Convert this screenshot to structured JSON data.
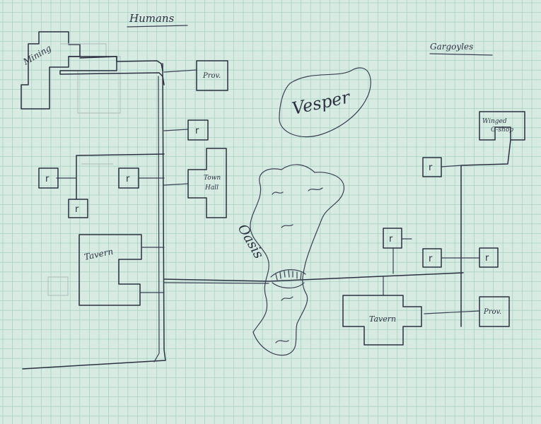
{
  "map": {
    "humans_heading": "Humans",
    "gargoyles_heading": "Gargoyles",
    "vesper_label": "Vesper",
    "oasis_label": "Oasis",
    "buildings": {
      "mining": "Mining",
      "prov_left": "Prov.",
      "r_upper": "r",
      "r_west": "r",
      "r_center": "r",
      "r_small": "r",
      "town_hall_1": "Town",
      "town_hall_2": "Hall",
      "tavern_human": "Tavern",
      "winged_gshop_1": "Winged",
      "winged_gshop_2": "G-shop",
      "r_garg_top": "r",
      "r_garg_mid": "r",
      "r_garg_left": "r",
      "r_garg_right": "r",
      "tavern_garg": "Tavern",
      "prov_right": "Prov."
    }
  }
}
